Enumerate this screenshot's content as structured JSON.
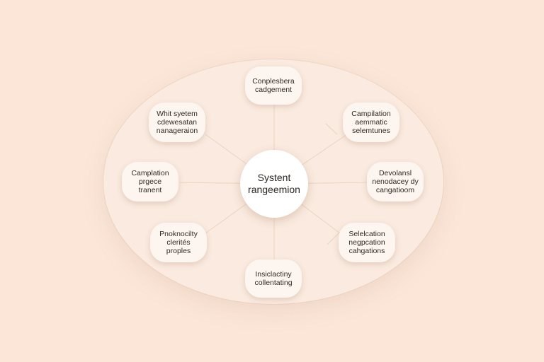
{
  "colors": {
    "background": "#fbe6d8",
    "ellipse": "#faeadf",
    "node": "#fdf5ef",
    "center": "#ffffff",
    "text": "#2f2a27",
    "connector": "#e9cbb6"
  },
  "diagram": {
    "center": {
      "lines": [
        "Systent",
        "rangeemion"
      ]
    },
    "nodes": [
      {
        "id": "top",
        "lines": [
          "Conplesbera",
          "cadgement"
        ]
      },
      {
        "id": "top-right",
        "lines": [
          "Campilation",
          "aemmatic",
          "selemtunes"
        ]
      },
      {
        "id": "right",
        "lines": [
          "Devolansl",
          "nenodacey dy",
          "cangatioom"
        ]
      },
      {
        "id": "bottom-right",
        "lines": [
          "Selelcation",
          "negpcation",
          "cahgations"
        ]
      },
      {
        "id": "bottom",
        "lines": [
          "Insiclactiny",
          "collentating"
        ]
      },
      {
        "id": "bottom-left",
        "lines": [
          "Pnoknocilty",
          "clerités",
          "proples"
        ]
      },
      {
        "id": "left",
        "lines": [
          "Camplation",
          "prgece",
          "tranent"
        ]
      },
      {
        "id": "top-left",
        "lines": [
          "Whit syetem",
          "cdewesatan",
          "nanageraion"
        ]
      }
    ]
  }
}
